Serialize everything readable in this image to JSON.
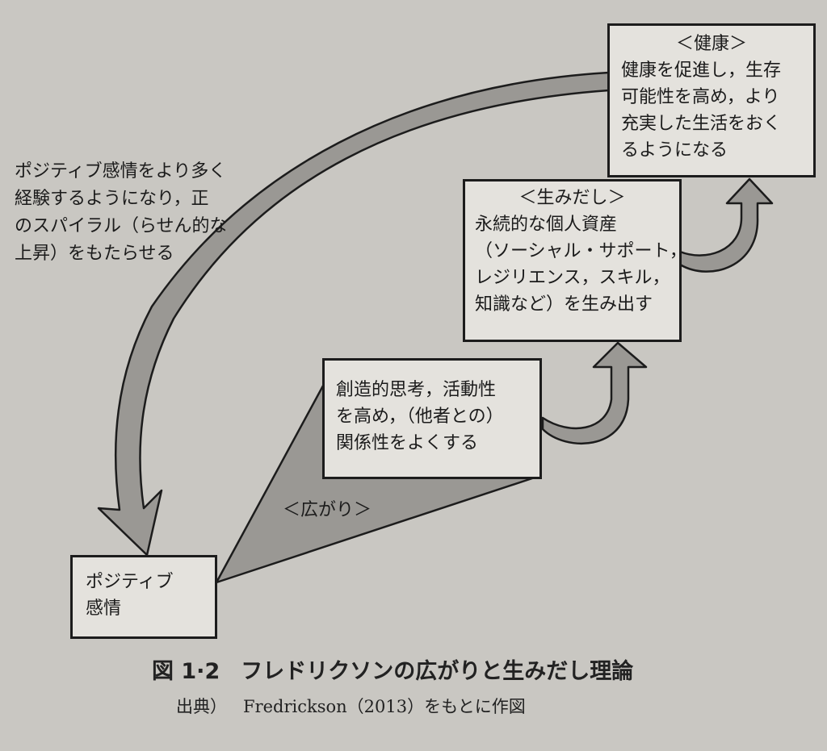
{
  "diagram": {
    "boxes": {
      "positive_emotion": {
        "lines": [
          "ポジティブ",
          "感情"
        ]
      },
      "broaden": {
        "lines": [
          "創造的思考，活動性",
          "を高め，（他者との）",
          "関係性をよくする"
        ]
      },
      "build": {
        "heading": "＜生みだし＞",
        "lines": [
          "永続的な個人資産",
          "（ソーシャル・サポート，",
          "レジリエンス，スキル，",
          "知識など）を生み出す"
        ]
      },
      "health": {
        "heading": "＜健康＞",
        "lines": [
          "健康を促進し，生存",
          "可能性を高め，より",
          "充実した生活をおく",
          "るようになる"
        ]
      }
    },
    "spiral_note": [
      "ポジティブ感情をより多く",
      "経験するようになり，正",
      "のスパイラル（らせん的な",
      "上昇）をもたらせる"
    ],
    "broaden_label": "＜広がり＞",
    "colors": {
      "arrow_fill": "#9a9894",
      "arrow_stroke": "#1c1c1c",
      "box_fill": "#e4e2dd",
      "page_bg": "#c9c7c2"
    }
  },
  "caption": {
    "figure_number": "図 1·2",
    "title": "フレドリクソンの広がりと生みだし理論",
    "source_label": "出典）",
    "source_text": "Fredrickson（2013）をもとに作図"
  }
}
